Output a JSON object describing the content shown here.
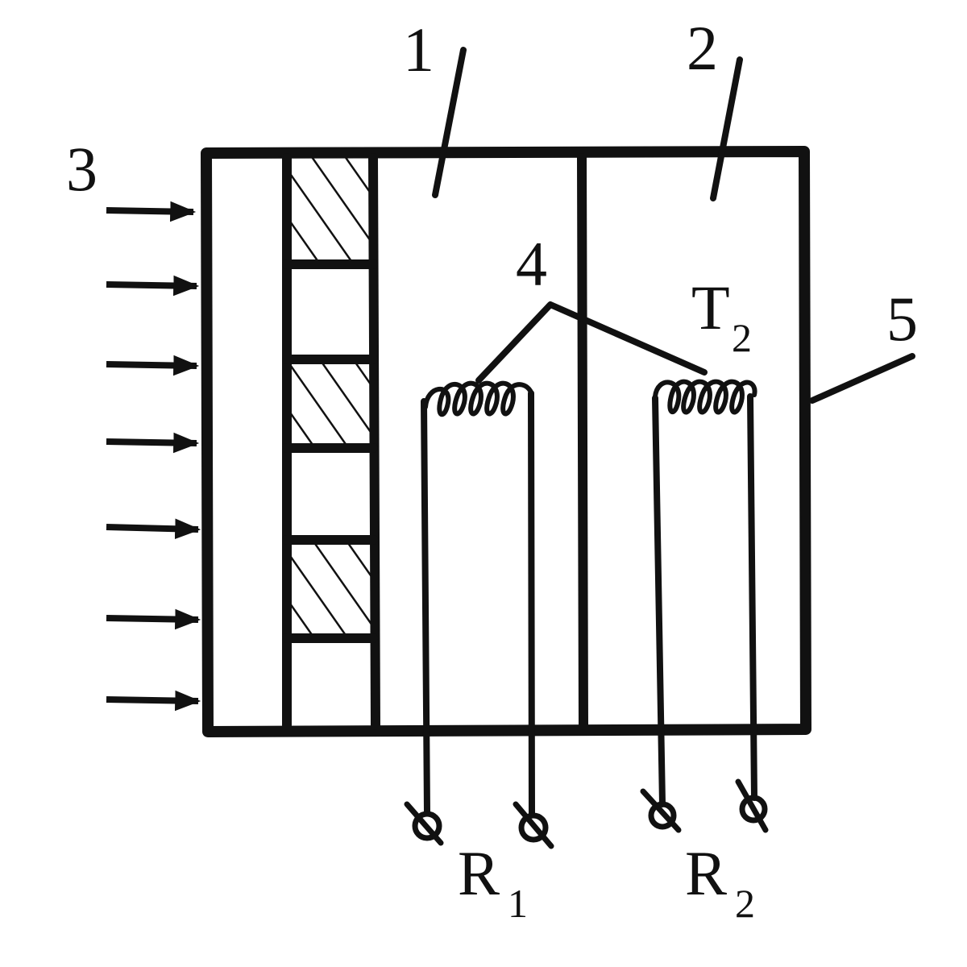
{
  "diagram": {
    "labels": {
      "chamber_1": "1",
      "chamber_2": "2",
      "flux": "3",
      "sensors": "4",
      "housing": "5",
      "temperature_main": "T",
      "temperature_sub": "2",
      "resistor_1_main": "R",
      "resistor_1_sub": "1",
      "resistor_2_main": "R",
      "resistor_2_sub": "2"
    },
    "colors": {
      "ink": "#111111",
      "background": "#ffffff"
    }
  }
}
